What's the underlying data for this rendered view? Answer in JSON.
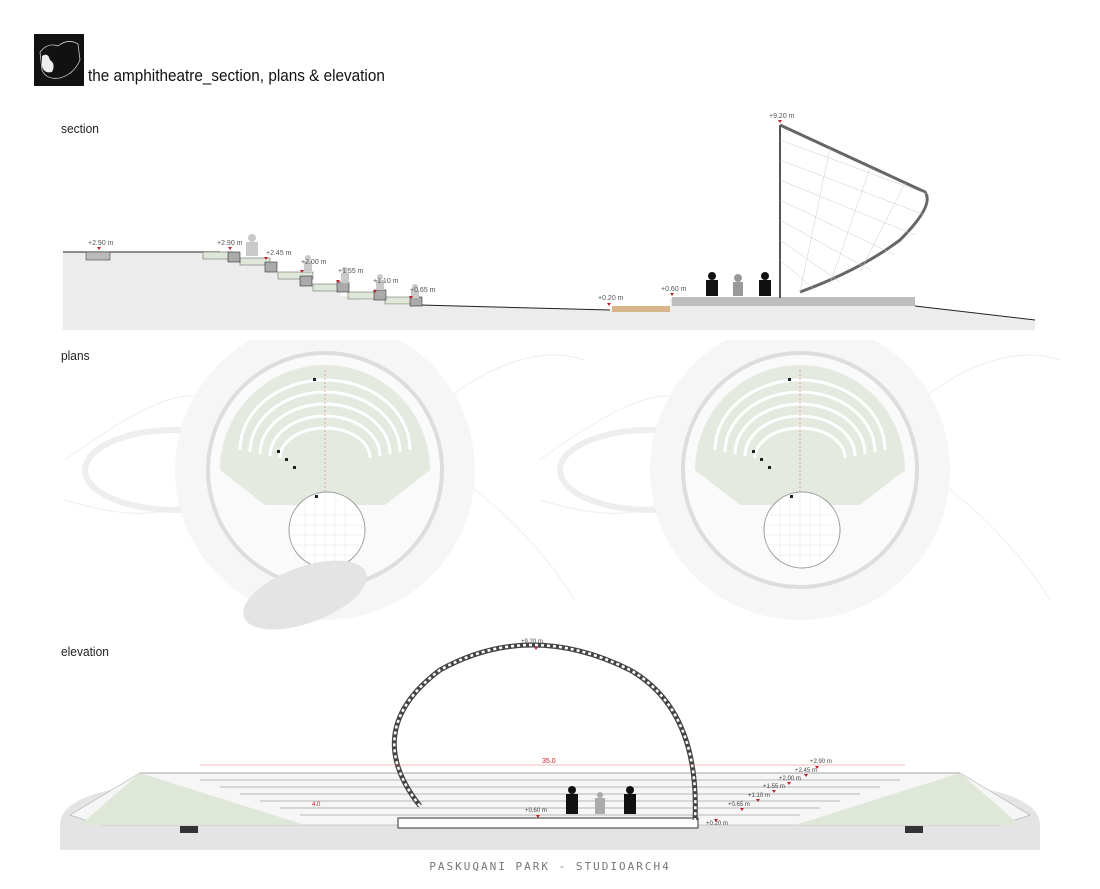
{
  "header": {
    "title": "the amphitheatre_section, plans & elevation",
    "logo_icon": "park-map-logo"
  },
  "section": {
    "label": "section",
    "levels": [
      "+2.90 m",
      "+2.90 m",
      "+2.45 m",
      "+2.00 m",
      "+1.55 m",
      "+1.10 m",
      "+0.65 m",
      "+0.20 m",
      "+0.60 m",
      "+9.20 m"
    ]
  },
  "plans": {
    "label": "plans"
  },
  "elevation": {
    "label": "elevation",
    "top_level": "+9.20 m",
    "span": "35.0",
    "small_dim": "4.0",
    "levels": [
      "+2.90 m",
      "+2.45 m",
      "+2.00 m",
      "+1.55 m",
      "+1.10 m",
      "+0.65 m",
      "+0.20 m",
      "+0.60 m"
    ]
  },
  "footer": {
    "text": "PASKUQANI PARK - STUDIOARCH4"
  },
  "colors": {
    "marker": "#c0202a",
    "ground": "#ececec",
    "seat_green": "#dfe8d8",
    "wood": "#d8b48a"
  }
}
